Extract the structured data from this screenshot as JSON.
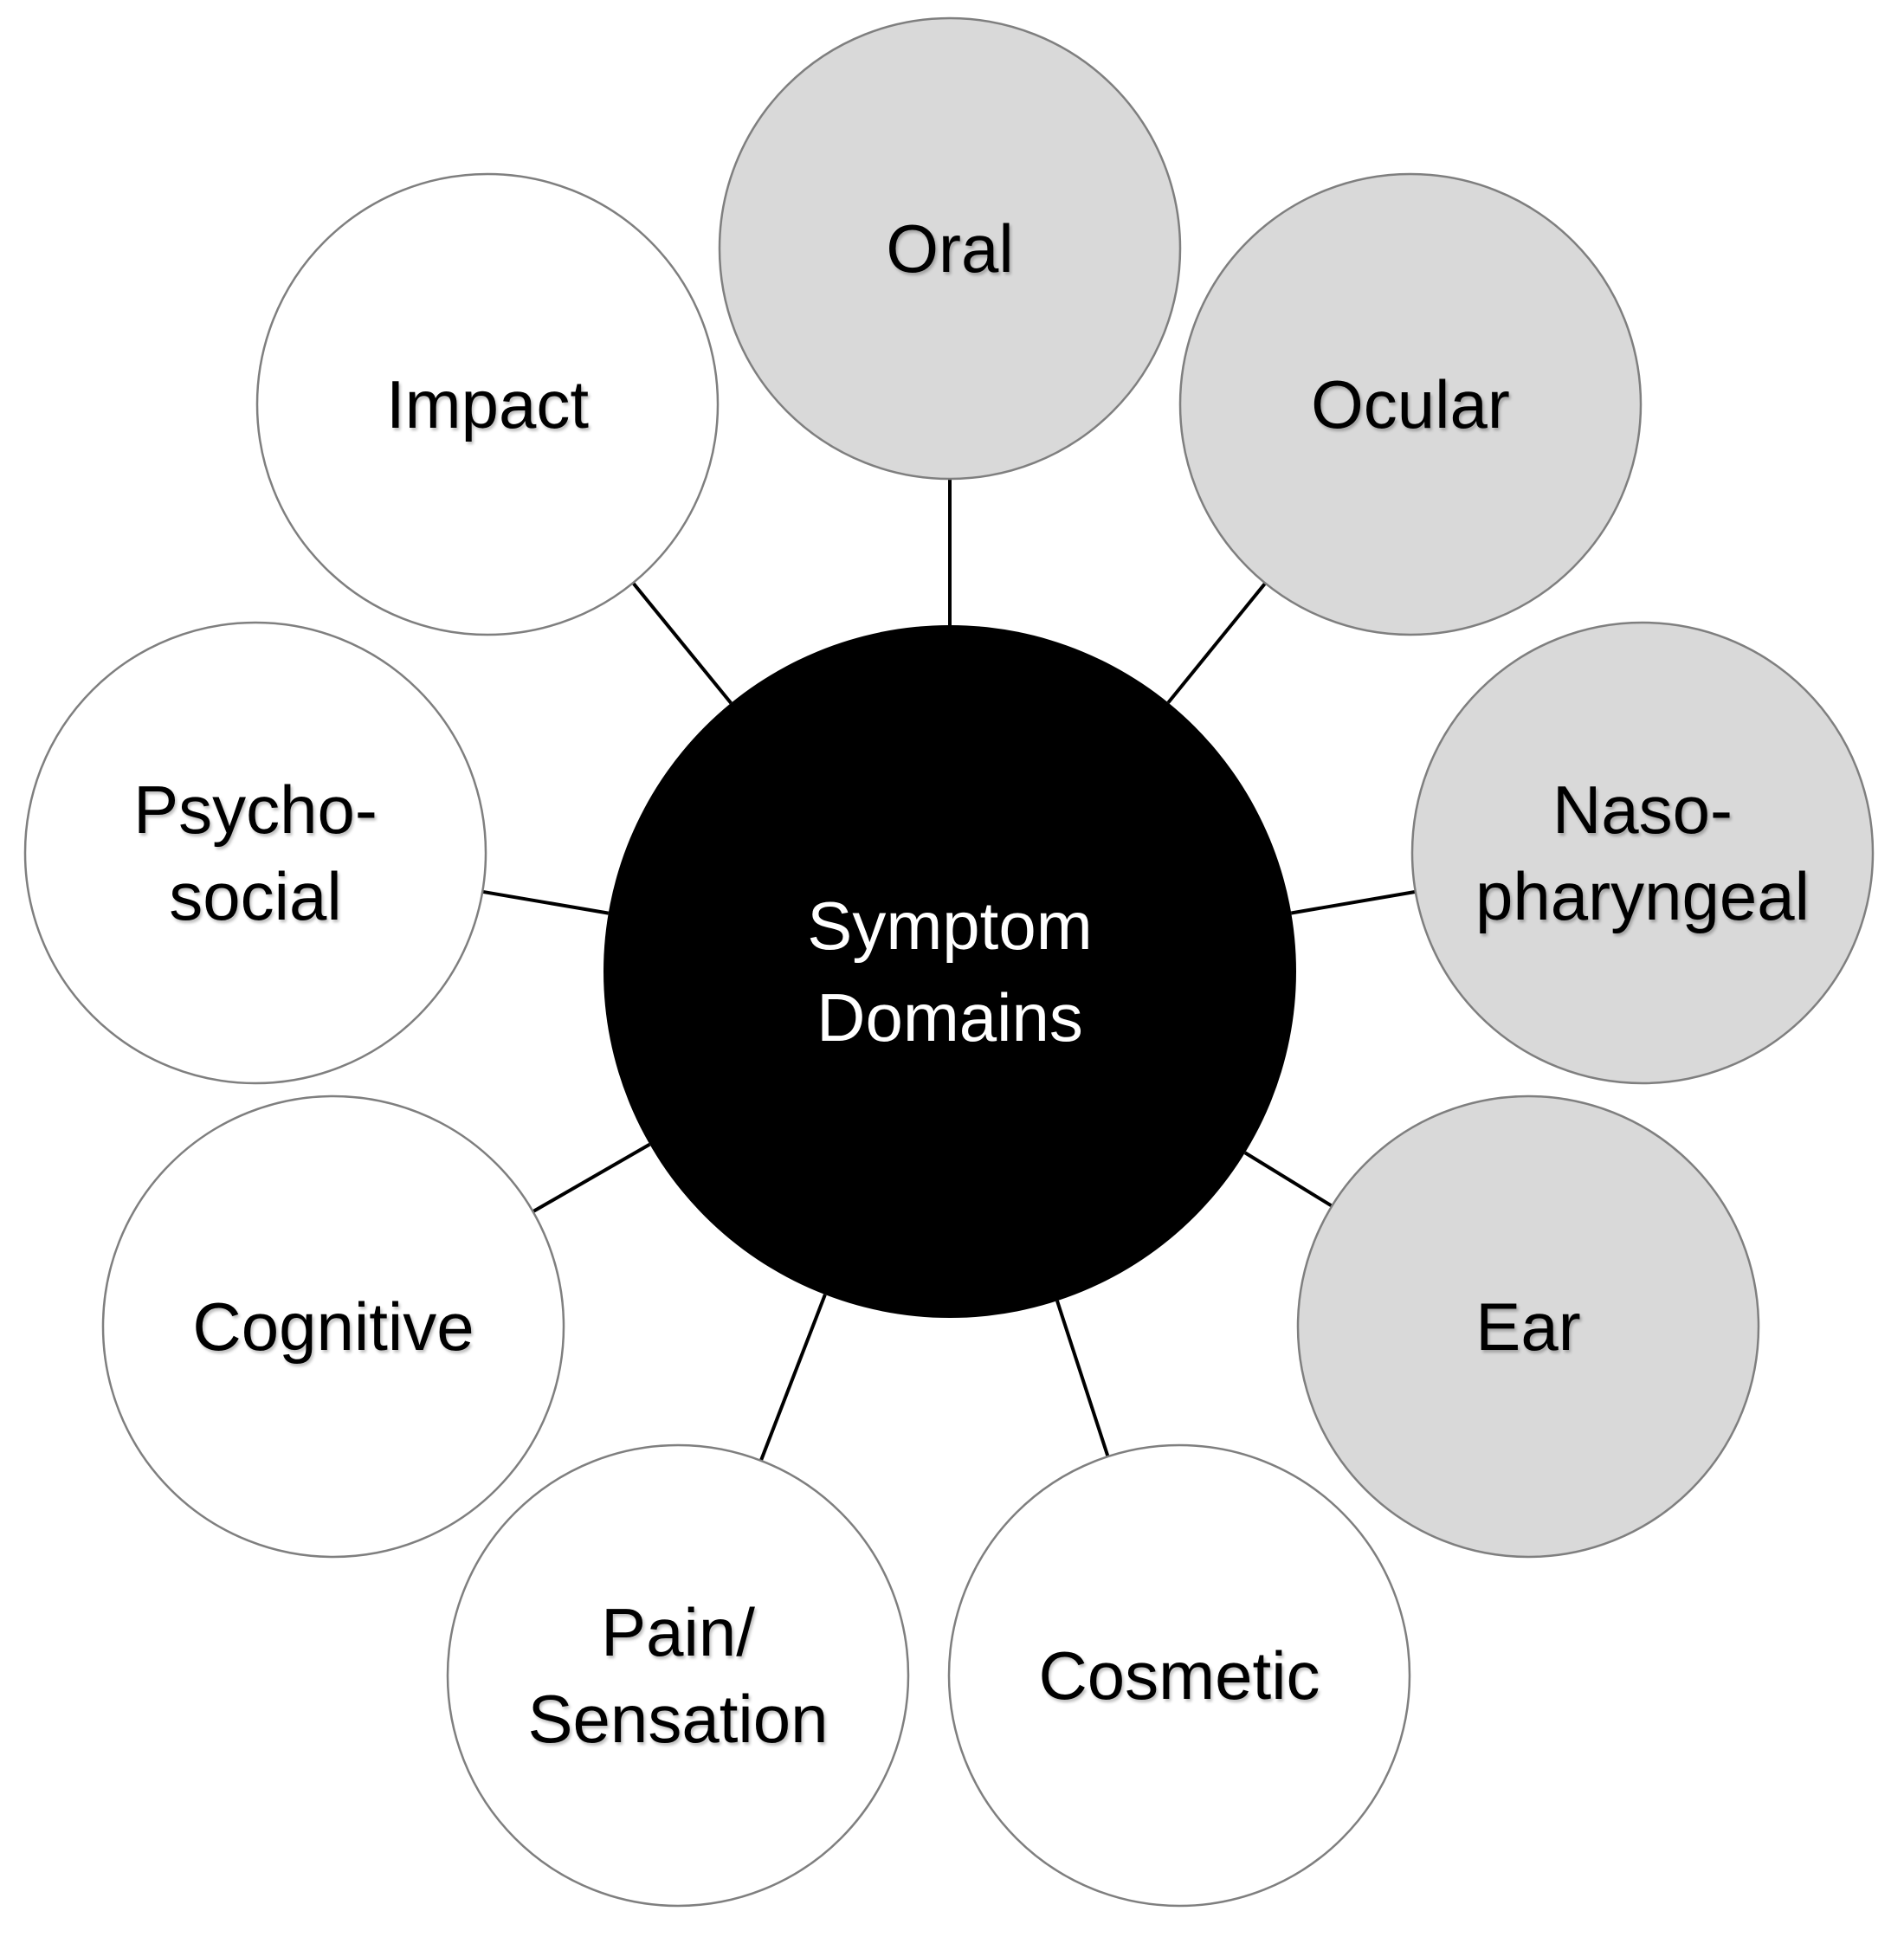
{
  "center": {
    "lines": [
      "Symptom",
      "Domains"
    ]
  },
  "domains": [
    {
      "id": "oral",
      "lines": [
        "Oral"
      ],
      "group": "shaded"
    },
    {
      "id": "ocular",
      "lines": [
        "Ocular"
      ],
      "group": "shaded"
    },
    {
      "id": "naso-pharyngeal",
      "lines": [
        "Naso-",
        "pharyngeal"
      ],
      "group": "shaded"
    },
    {
      "id": "ear",
      "lines": [
        "Ear"
      ],
      "group": "shaded"
    },
    {
      "id": "cosmetic",
      "lines": [
        "Cosmetic"
      ],
      "group": "plain"
    },
    {
      "id": "pain-sensation",
      "lines": [
        "Pain/",
        "Sensation"
      ],
      "group": "plain"
    },
    {
      "id": "cognitive",
      "lines": [
        "Cognitive"
      ],
      "group": "plain"
    },
    {
      "id": "psycho-social",
      "lines": [
        "Psycho-",
        "social"
      ],
      "group": "plain"
    },
    {
      "id": "impact",
      "lines": [
        "Impact"
      ],
      "group": "plain"
    }
  ],
  "colors": {
    "center_fill": "#000000",
    "center_text": "#ffffff",
    "shaded_fill": "#d9d9d9",
    "plain_fill": "#ffffff",
    "stroke": "#7f7f7f",
    "connector": "#000000",
    "text": "#000000"
  }
}
